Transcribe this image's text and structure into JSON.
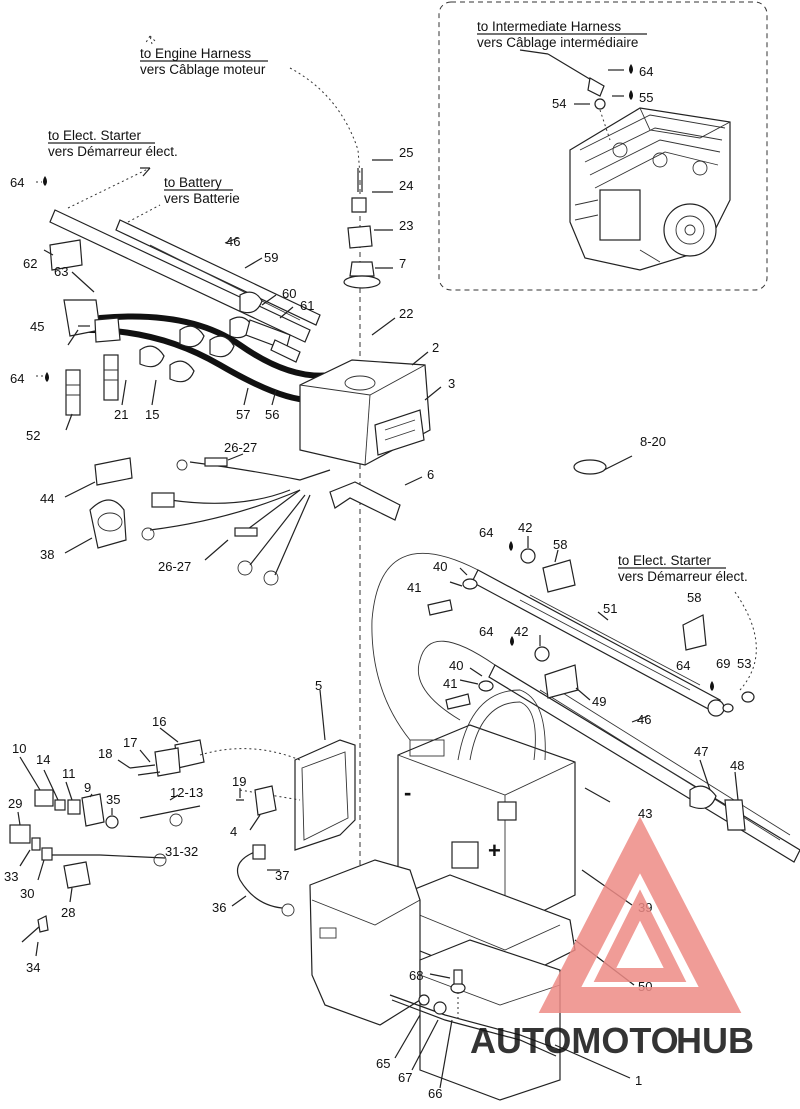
{
  "callouts": {
    "to_engine_harness": [
      "to Engine Harness",
      "vers Câblage moteur"
    ],
    "to_elect_starter_top": [
      "to Elect. Starter",
      "vers Démarreur élect."
    ],
    "to_battery": [
      "to Battery",
      "vers Batterie"
    ],
    "to_intermediate_harness": [
      "to Intermediate Harness",
      "vers Câblage intermédiaire"
    ],
    "to_elect_starter_right": [
      "to Elect. Starter",
      "vers Démarreur élect."
    ]
  },
  "part_numbers": {
    "p1": "1",
    "p2": "2",
    "p3": "3",
    "p4": "4",
    "p5": "5",
    "p6": "6",
    "p7": "7",
    "p8_20": "8-20",
    "p9": "9",
    "p10": "10",
    "p11": "11",
    "p12_13": "12-13",
    "p14": "14",
    "p15": "15",
    "p16": "16",
    "p17": "17",
    "p18": "18",
    "p19": "19",
    "p21": "21",
    "p22": "22",
    "p23": "23",
    "p24": "24",
    "p25": "25",
    "p26_27_a": "26-27",
    "p26_27_b": "26-27",
    "p28": "28",
    "p29": "29",
    "p30": "30",
    "p31_32": "31-32",
    "p33": "33",
    "p34": "34",
    "p35": "35",
    "p36": "36",
    "p37": "37",
    "p38": "38",
    "p39": "39",
    "p40_a": "40",
    "p40_b": "40",
    "p41_a": "41",
    "p41_b": "41",
    "p42_a": "42",
    "p42_b": "42",
    "p43": "43",
    "p44": "44",
    "p45": "45",
    "p46_a": "46",
    "p46_b": "46",
    "p47": "47",
    "p48": "48",
    "p49": "49",
    "p50": "50",
    "p51": "51",
    "p52": "52",
    "p53": "53",
    "p54": "54",
    "p55": "55",
    "p56": "56",
    "p57": "57",
    "p58_a": "58",
    "p58_b": "58",
    "p59": "59",
    "p60": "60",
    "p61": "61",
    "p62": "62",
    "p63": "63",
    "p64_a": "64",
    "p64_b": "64",
    "p64_c": "64",
    "p64_d": "64",
    "p64_e": "64",
    "p64_f": "64",
    "p65": "65",
    "p66": "66",
    "p67": "67",
    "p68": "68",
    "p69": "69"
  },
  "battery_polarity": {
    "negative": "-",
    "positive": "+"
  },
  "watermark": {
    "text_a": "AUTOMOTO",
    "text_b": "HUB",
    "color_a": "#f3b97d",
    "color_b": "#9a9a9a",
    "logo_color": "#ee8b86"
  },
  "colors": {
    "ink": "#222222",
    "background": "#ffffff"
  }
}
